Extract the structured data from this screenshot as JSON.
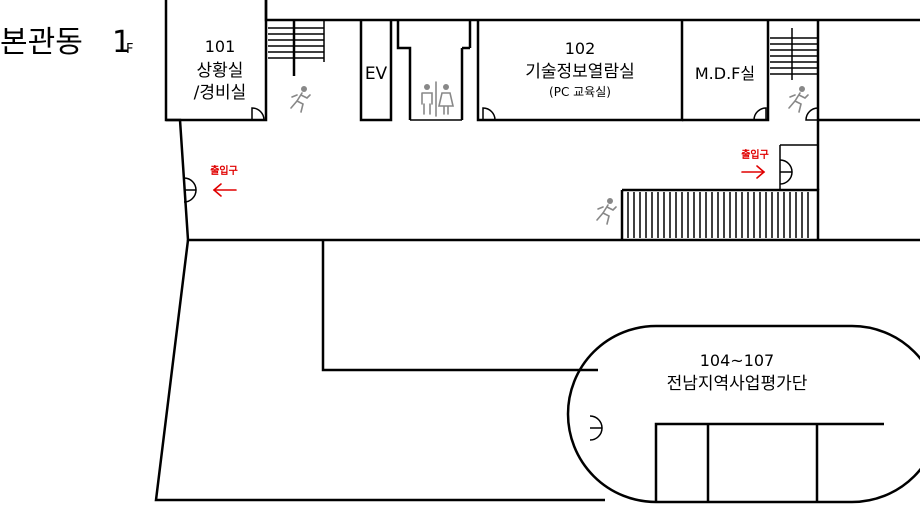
{
  "title": {
    "building": "본관동",
    "floor_number": "1",
    "floor_suffix": "F"
  },
  "rooms": {
    "r101": {
      "number": "101",
      "name_line1": "상황실",
      "name_line2": "/경비실"
    },
    "ev": {
      "label": "EV"
    },
    "r102": {
      "number": "102",
      "name": "기술정보열람실",
      "sub": "(PC 교육실)"
    },
    "mdf": {
      "label": "M.D.F실"
    },
    "r104": {
      "number": "104~107",
      "name": "전남지역사업평가단"
    }
  },
  "exits": {
    "left": {
      "label": "출입구",
      "arrow": "←"
    },
    "right": {
      "label": "출입구",
      "arrow": "→"
    }
  },
  "icons": {
    "restroom": "restroom-icon",
    "emergency_exit": "running-person-icon",
    "stairs": "stairs-icon"
  },
  "colors": {
    "wall": "#000000",
    "exit": "#e00000",
    "icon": "#888888"
  }
}
